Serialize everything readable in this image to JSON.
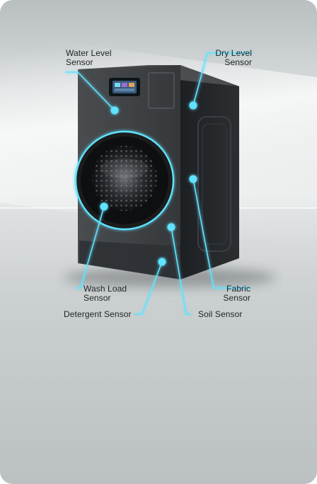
{
  "sensors": {
    "water_level": {
      "line1": "Water Level",
      "line2": "Sensor"
    },
    "dry_level": {
      "line1": "Dry Level",
      "line2": "Sensor"
    },
    "wash_load": {
      "line1": "Wash Load",
      "line2": "Sensor"
    },
    "fabric": {
      "line1": "Fabric",
      "line2": "Sensor"
    },
    "detergent": {
      "label": "Detergent Sensor"
    },
    "soil": {
      "label": "Soil Sensor"
    }
  },
  "colors": {
    "accent": "#5fe3ff",
    "machine_body": "#3a3d40",
    "machine_side": "#24272a",
    "label_text": "#1e2224"
  }
}
